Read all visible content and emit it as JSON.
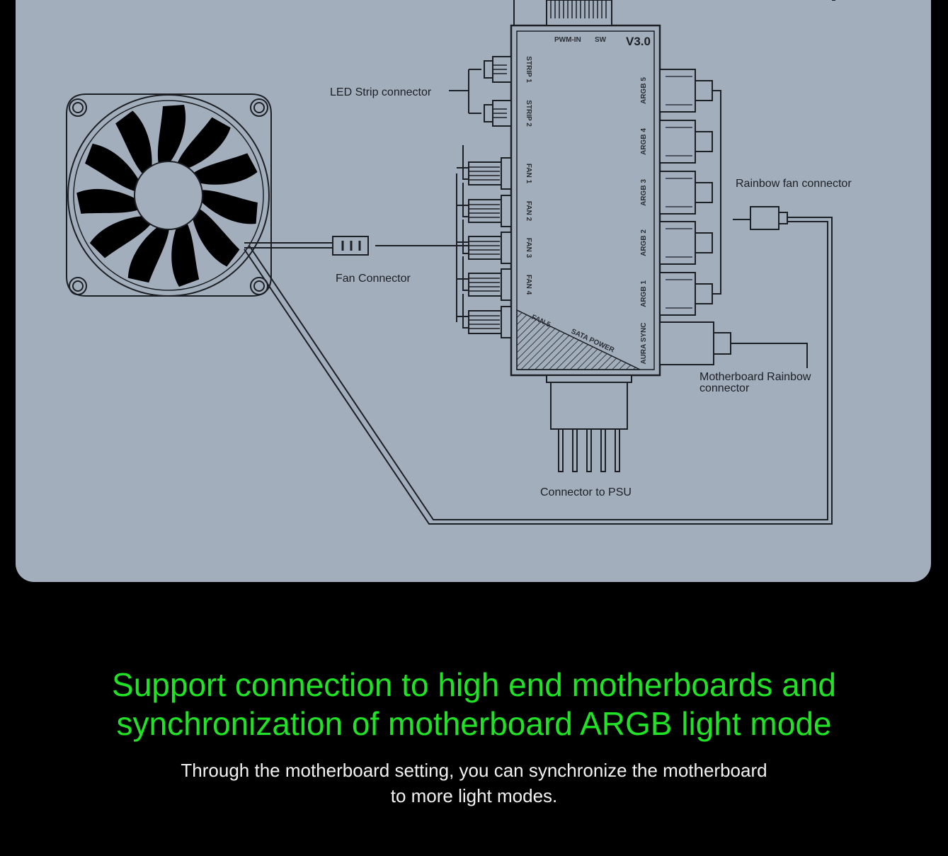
{
  "diagram": {
    "hub_version": "V3.0",
    "top_pins": [
      "PWM-IN",
      "SW"
    ],
    "left_ports": [
      "STRIP 1",
      "STRIP 2",
      "FAN 1",
      "FAN 2",
      "FAN 3",
      "FAN 4",
      "FAN 5"
    ],
    "right_ports": [
      "ARGB 5",
      "ARGB 4",
      "ARGB 3",
      "ARGB 2",
      "ARGB 1",
      "AURA SYNC"
    ],
    "sata_label": "SATA POWER",
    "labels": {
      "led_strip": "LED Strip connector",
      "fan_connector": "Fan Connector",
      "rainbow_fan": "Rainbow fan connector",
      "mb_rainbow_1": "Motherboard Rainbow",
      "mb_rainbow_2": "connector",
      "psu": "Connector to PSU"
    }
  },
  "headline": {
    "line1": "Support connection to high end motherboards and",
    "line2": "synchronization of motherboard ARGB light mode"
  },
  "description": {
    "line1": "Through the motherboard setting, you can synchronize the motherboard",
    "line2": "to more light modes."
  },
  "colors": {
    "panel": "#a3aebd",
    "headline": "#1fe324",
    "text": "#f2f2f2",
    "background": "#000000"
  }
}
